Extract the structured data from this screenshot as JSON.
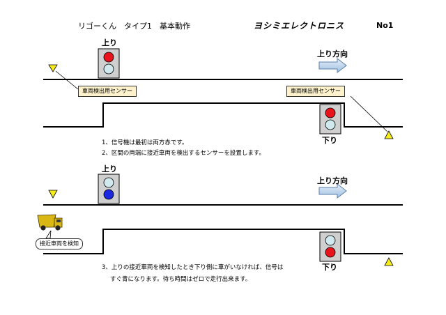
{
  "header": {
    "title": "リゴーくん　タイプ1　基本動作",
    "company": "ヨシミエレクトロニス",
    "page_no": "No1"
  },
  "panel1": {
    "left_signal_label": "上り",
    "right_signal_label": "下り",
    "direction_label": "上り方向",
    "sensor_left_label": "車両検出用センサー",
    "sensor_right_label": "車両検出用センサー",
    "note_1": "1、信号機は最初は両方赤です。",
    "note_2": "2、区間の両端に接近車両を検出するセンサーを設置します。",
    "left_signal_lamps": [
      "red",
      "off"
    ],
    "right_signal_lamps": [
      "red",
      "off"
    ]
  },
  "panel2": {
    "left_signal_label": "上り",
    "right_signal_label": "下り",
    "direction_label": "上り方向",
    "detect_label": "接近車両を検知",
    "note_3a": "3、上りの接近車両を検知したとき下り側に車がいなければ、信号は",
    "note_3b": "すぐ青になります。待ち時間はゼロで走行出来ます。",
    "left_signal_lamps": [
      "off",
      "blue"
    ],
    "right_signal_lamps": [
      "off",
      "red"
    ]
  },
  "colors": {
    "red_lamp": "#e8131b",
    "blue_lamp": "#1a28e0",
    "off_lamp": "#cfe9ee",
    "signal_body": "#cfcfcf",
    "sensor_marker": "#f5ec18",
    "callout_fill": "#fdf2cc",
    "truck": "#d9b714",
    "arrow_fill": "#c5dcf0"
  },
  "icons": [
    "traffic-signal-icon",
    "arrow-right-icon",
    "sensor-triangle-icon",
    "dump-truck-icon"
  ]
}
